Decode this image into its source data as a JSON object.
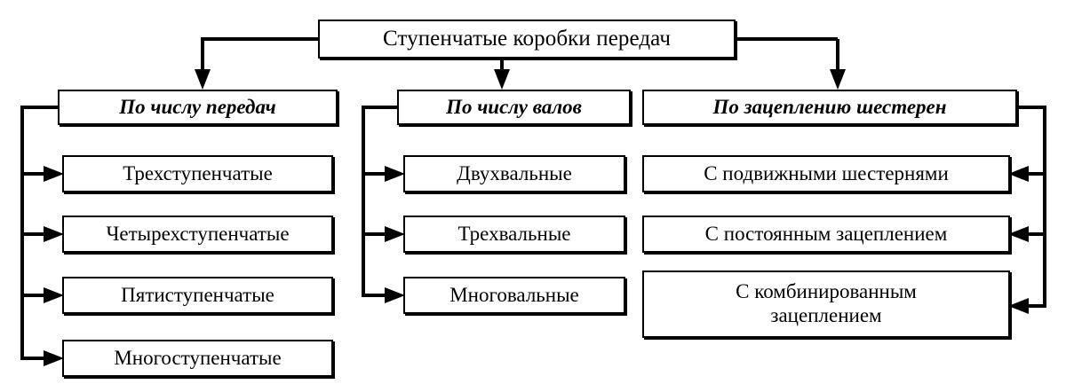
{
  "diagram": {
    "type": "hierarchy-tree",
    "title": "Ступенчатые коробки передач",
    "colors": {
      "background": "#ffffff",
      "ink": "#000000",
      "box_fill": "#ffffff"
    },
    "root": {
      "label": "Ступенчатые коробки передач"
    },
    "branches": [
      {
        "header": "По числу передач",
        "items": [
          "Трехступенчатые",
          "Четырехступенчатые",
          "Пятиступенчатые",
          "Многоступенчатые"
        ],
        "arrow_direction": "right"
      },
      {
        "header": "По числу валов",
        "items": [
          "Двухвальные",
          "Трехвальные",
          "Многовальные"
        ],
        "arrow_direction": "right"
      },
      {
        "header": "По зацеплению шестерен",
        "items": [
          "С подвижными шестернями",
          "С постоянным зацеплением",
          "С комбинированным\nзацеплением"
        ],
        "arrow_direction": "left"
      }
    ]
  }
}
